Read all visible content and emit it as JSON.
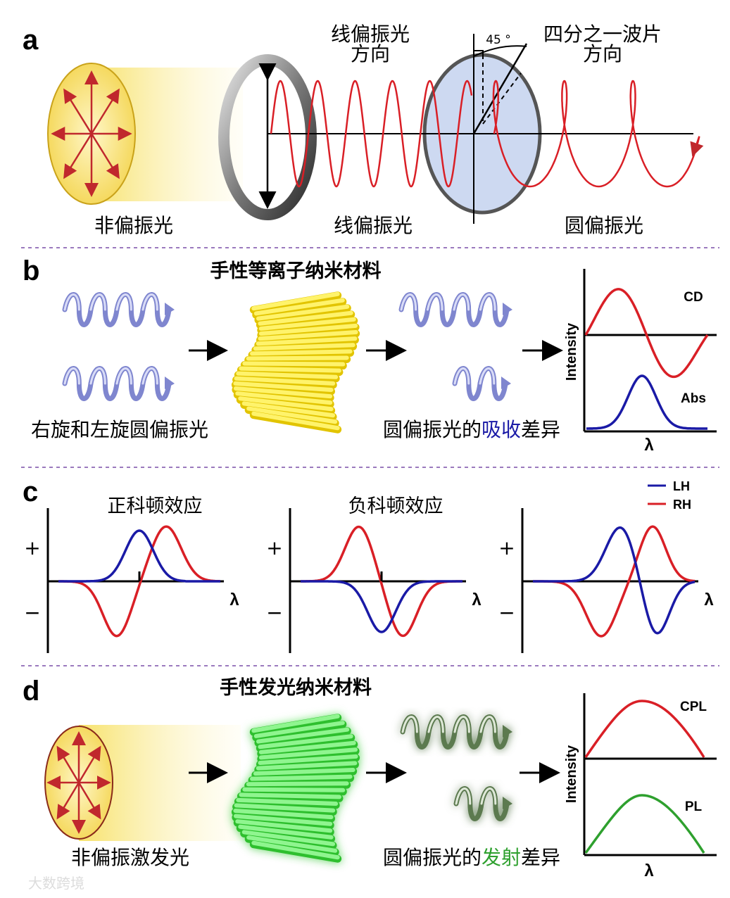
{
  "panels": {
    "a": {
      "letter": "a",
      "unpolarized_label": "非偏振光",
      "linear_label": "线偏振光",
      "linear_dir_label": "线偏振光\n方向",
      "angle_label": "45 °",
      "qwp_label": "四分之一波片\n方向",
      "circular_label": "圆偏振光"
    },
    "b": {
      "letter": "b",
      "title": "手性等离子纳米材料",
      "left_caption": "右旋和左旋圆偏振光",
      "right_caption_pre": "圆偏振光的",
      "right_caption_hl": "吸收",
      "right_caption_post": "差异",
      "plot": {
        "ylabel": "Intensity",
        "xlabel": "λ",
        "top_label": "CD",
        "bottom_label": "Abs"
      }
    },
    "c": {
      "letter": "c",
      "title_left": "正科顿效应",
      "title_mid": "负科顿效应",
      "legend": [
        {
          "name": "LH",
          "color": "#1a1aa6"
        },
        {
          "name": "RH",
          "color": "#d91f26"
        }
      ],
      "plus": "+",
      "minus": "−",
      "xlabel": "λ"
    },
    "d": {
      "letter": "d",
      "title": "手性发光纳米材料",
      "left_caption": "非偏振激发光",
      "right_caption_pre": "圆偏振光的",
      "right_caption_hl": "发射",
      "right_caption_post": "差异",
      "plot": {
        "ylabel": "Intensity",
        "xlabel": "λ",
        "top_label": "CPL",
        "bottom_label": "PL"
      }
    }
  },
  "watermark": "大数跨境",
  "colors": {
    "red": "#d91f26",
    "blue": "#1a1aa6",
    "green": "#2ea02e",
    "divider": "#7a4fa8",
    "helix": "#8c93d6"
  }
}
